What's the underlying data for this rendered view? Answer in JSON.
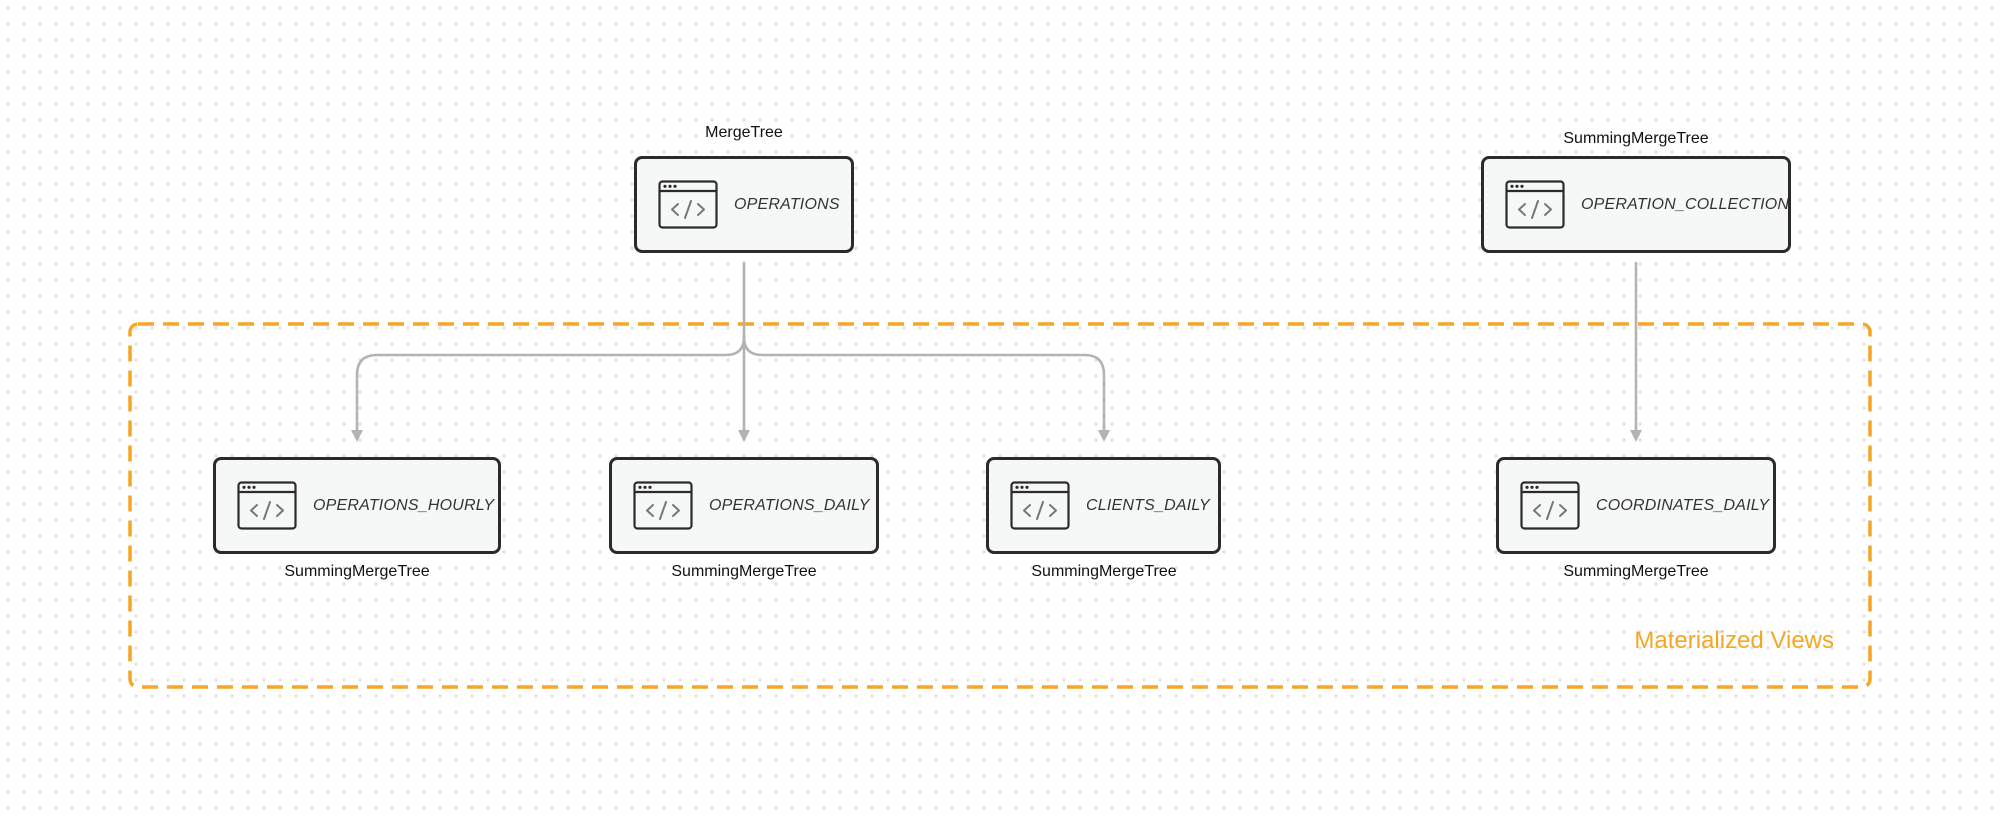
{
  "colors": {
    "frame": "#f6a623",
    "connector": "#b3b3b3",
    "node_border": "#2b2b2b",
    "node_fill": "#f6f8f7"
  },
  "group": {
    "label": "Materialized Views"
  },
  "nodes": {
    "operations": {
      "label": "OPERATIONS",
      "engine": "MergeTree",
      "icon": "code-window-icon"
    },
    "operation_collection": {
      "label": "OPERATION_COLLECTION",
      "engine": "SummingMergeTree",
      "icon": "code-window-icon"
    },
    "operations_hourly": {
      "label": "OPERATIONS_HOURLY",
      "engine": "SummingMergeTree",
      "icon": "code-window-icon"
    },
    "operations_daily": {
      "label": "OPERATIONS_DAILY",
      "engine": "SummingMergeTree",
      "icon": "code-window-icon"
    },
    "clients_daily": {
      "label": "CLIENTS_DAILY",
      "engine": "SummingMergeTree",
      "icon": "code-window-icon"
    },
    "coordinates_daily": {
      "label": "COORDINATES_DAILY",
      "engine": "SummingMergeTree",
      "icon": "code-window-icon"
    }
  }
}
